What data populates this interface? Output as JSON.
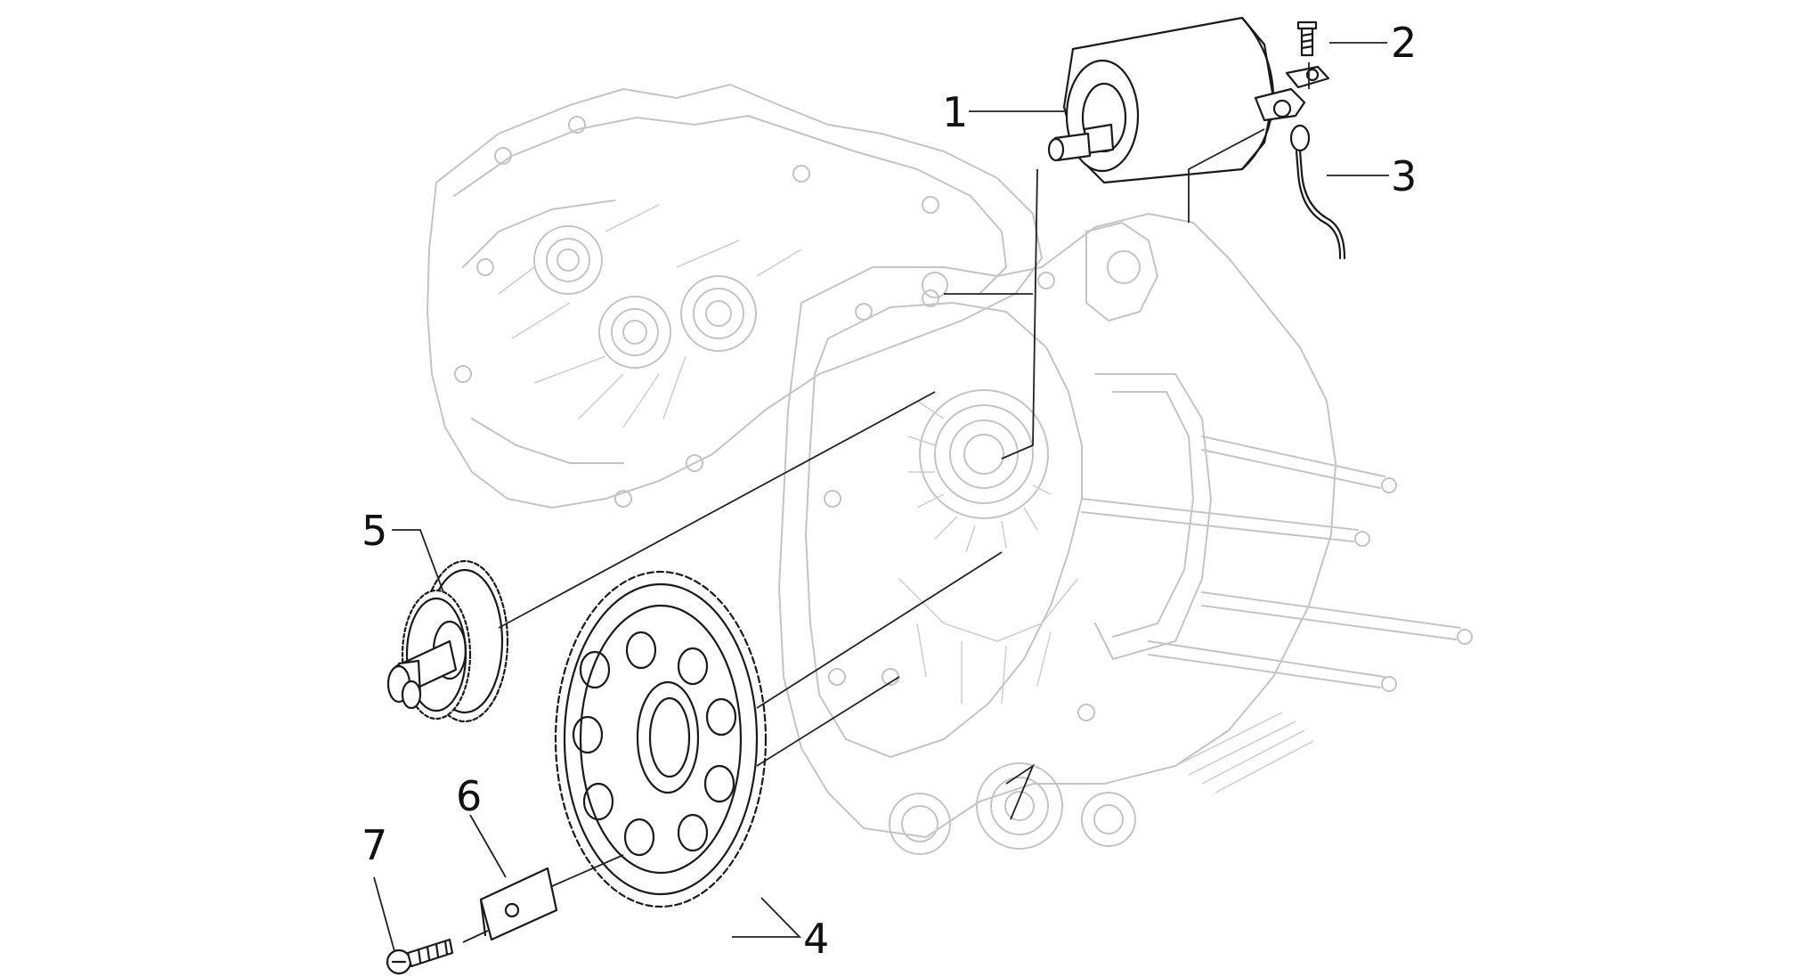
{
  "callouts": [
    {
      "id": "1",
      "label": "1"
    },
    {
      "id": "2",
      "label": "2"
    },
    {
      "id": "3",
      "label": "3"
    },
    {
      "id": "4",
      "label": "4"
    },
    {
      "id": "5",
      "label": "5"
    },
    {
      "id": "6",
      "label": "6"
    },
    {
      "id": "7",
      "label": "7"
    }
  ],
  "colors": {
    "ink": "#1a1a1a",
    "faded_housing": "#c4c4c4",
    "background": "#ffffff"
  }
}
